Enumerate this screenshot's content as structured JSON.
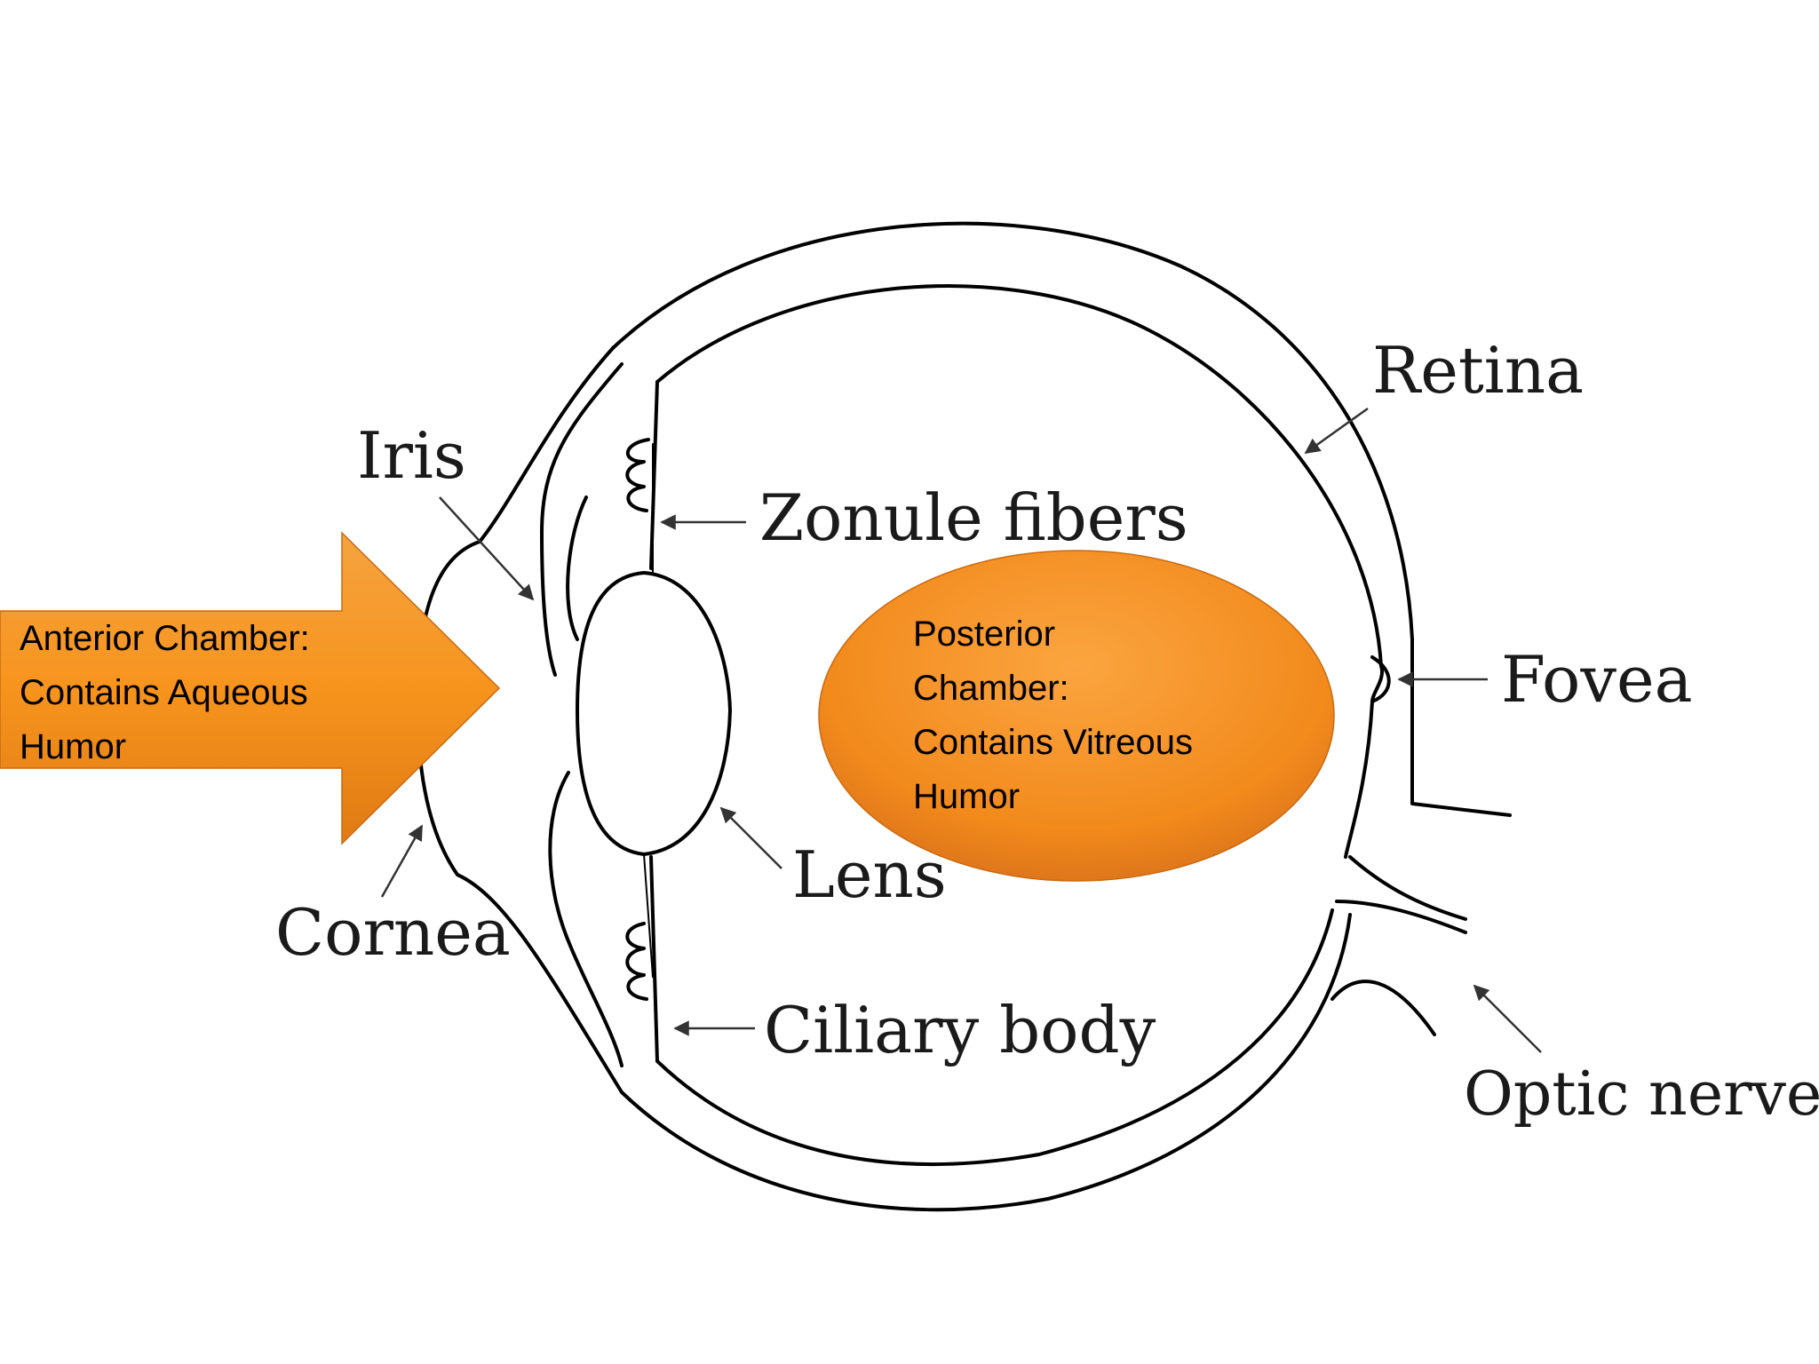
{
  "labels": {
    "iris": "Iris",
    "zonule_fibers": "Zonule fibers",
    "retina": "Retina",
    "fovea": "Fovea",
    "lens": "Lens",
    "cornea": "Cornea",
    "ciliary_body": "Ciliary body",
    "optic_nerve": "Optic nerve"
  },
  "anterior_callout": {
    "lines": [
      "Anterior Chamber:",
      "Contains Aqueous",
      "Humor"
    ]
  },
  "posterior_callout": {
    "lines": [
      "Posterior",
      "Chamber:",
      "Contains Vitreous",
      "Humor"
    ]
  },
  "colors": {
    "callout_fill": "#f7941d",
    "callout_dark": "#d9761a",
    "line": "#000000"
  }
}
